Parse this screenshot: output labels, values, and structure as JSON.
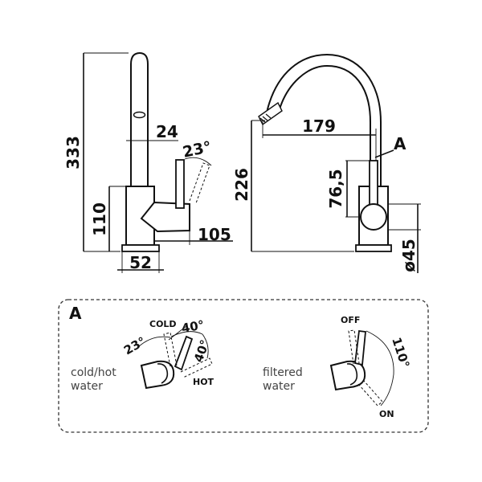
{
  "side_view": {
    "height_total": "333",
    "spout_width": "24",
    "lever_angle": "23°",
    "base_height": "110",
    "lever_reach": "105",
    "base_diameter": "52"
  },
  "front_view": {
    "spout_reach": "179",
    "detail_marker": "A",
    "spout_height": "226",
    "lever_height": "76,5",
    "base_diameter": "ø45"
  },
  "detail_a": {
    "title": "A",
    "left": {
      "angle_main": "23°",
      "cold_label": "COLD",
      "angle_cold": "40°",
      "angle_hot": "40°",
      "hot_label": "HOT",
      "caption_line1": "cold/hot",
      "caption_line2": "water"
    },
    "right": {
      "off_label": "OFF",
      "angle": "110°",
      "on_label": "ON",
      "caption_line1": "filtered",
      "caption_line2": "water"
    }
  }
}
